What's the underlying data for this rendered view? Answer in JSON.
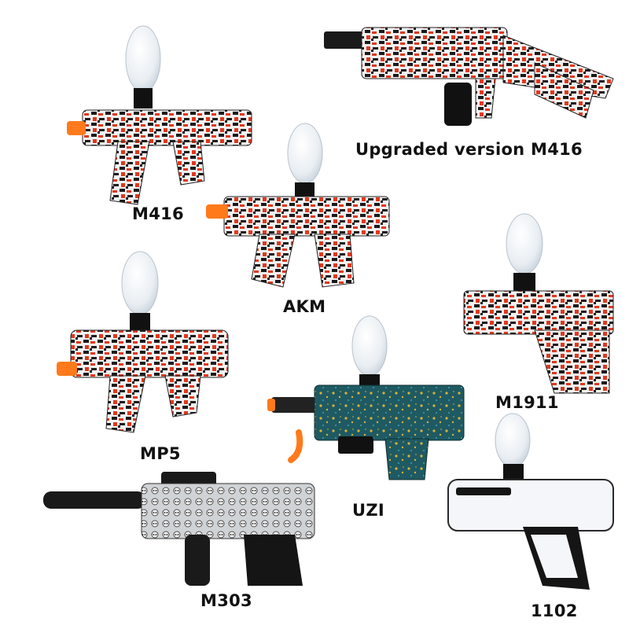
{
  "colors": {
    "graffiti_red": "#e0381e",
    "graffiti_black": "#1a1a1a",
    "graffiti_white": "#f2f2f2",
    "tip_orange": "#ff7a1a",
    "uzi_teal": "#1f5a63",
    "uzi_yellow": "#d8b23a",
    "hopper_white": "#e9eef3",
    "m303_skull_gray": "#cfd3d6",
    "blaster_1102_white": "#f4f6fa",
    "blaster_1102_black": "#151515"
  },
  "products": [
    {
      "id": "m416",
      "label": "M416",
      "pattern": "red-graffiti"
    },
    {
      "id": "upgraded-m416",
      "label": "Upgraded version M416",
      "pattern": "red-graffiti"
    },
    {
      "id": "akm",
      "label": "AKM",
      "pattern": "red-graffiti"
    },
    {
      "id": "m1911",
      "label": "M1911",
      "pattern": "red-graffiti"
    },
    {
      "id": "mp5",
      "label": "MP5",
      "pattern": "red-graffiti"
    },
    {
      "id": "uzi",
      "label": "UZI",
      "pattern": "teal-splatter"
    },
    {
      "id": "m303",
      "label": "M303",
      "pattern": "skull-gray"
    },
    {
      "id": "1102",
      "label": "1102",
      "pattern": "white-black"
    }
  ]
}
